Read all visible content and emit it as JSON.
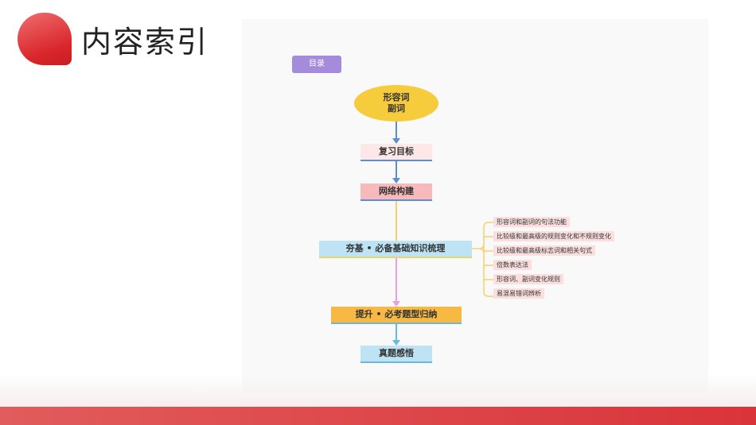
{
  "header": {
    "title": "内容索引"
  },
  "diagram": {
    "tag": "目录",
    "root": "形容词\n副词",
    "main_steps": [
      "复习目标",
      "网络构建",
      "夯基 • 必备基础知识梳理",
      "提升 • 必考题型归纳",
      "真题感悟"
    ],
    "branches": [
      "形容词和副词的句法功能",
      "比较级和最高级的规则变化和不规则变化",
      "比较级和最高级标志词和相关句式",
      "倍数表达法",
      "形容词、副词变化规则",
      "易混易错词辨析"
    ]
  },
  "colors": {
    "accent_red": "#d9262b",
    "tag_purple": "#a58bdb",
    "root_yellow": "#f7cc3c",
    "arrow_blue": "#5a8fd6",
    "arrow_yellow": "#f2d36b",
    "arrow_pink": "#ec9fe0",
    "arrow_cyan": "#68b8e0"
  }
}
